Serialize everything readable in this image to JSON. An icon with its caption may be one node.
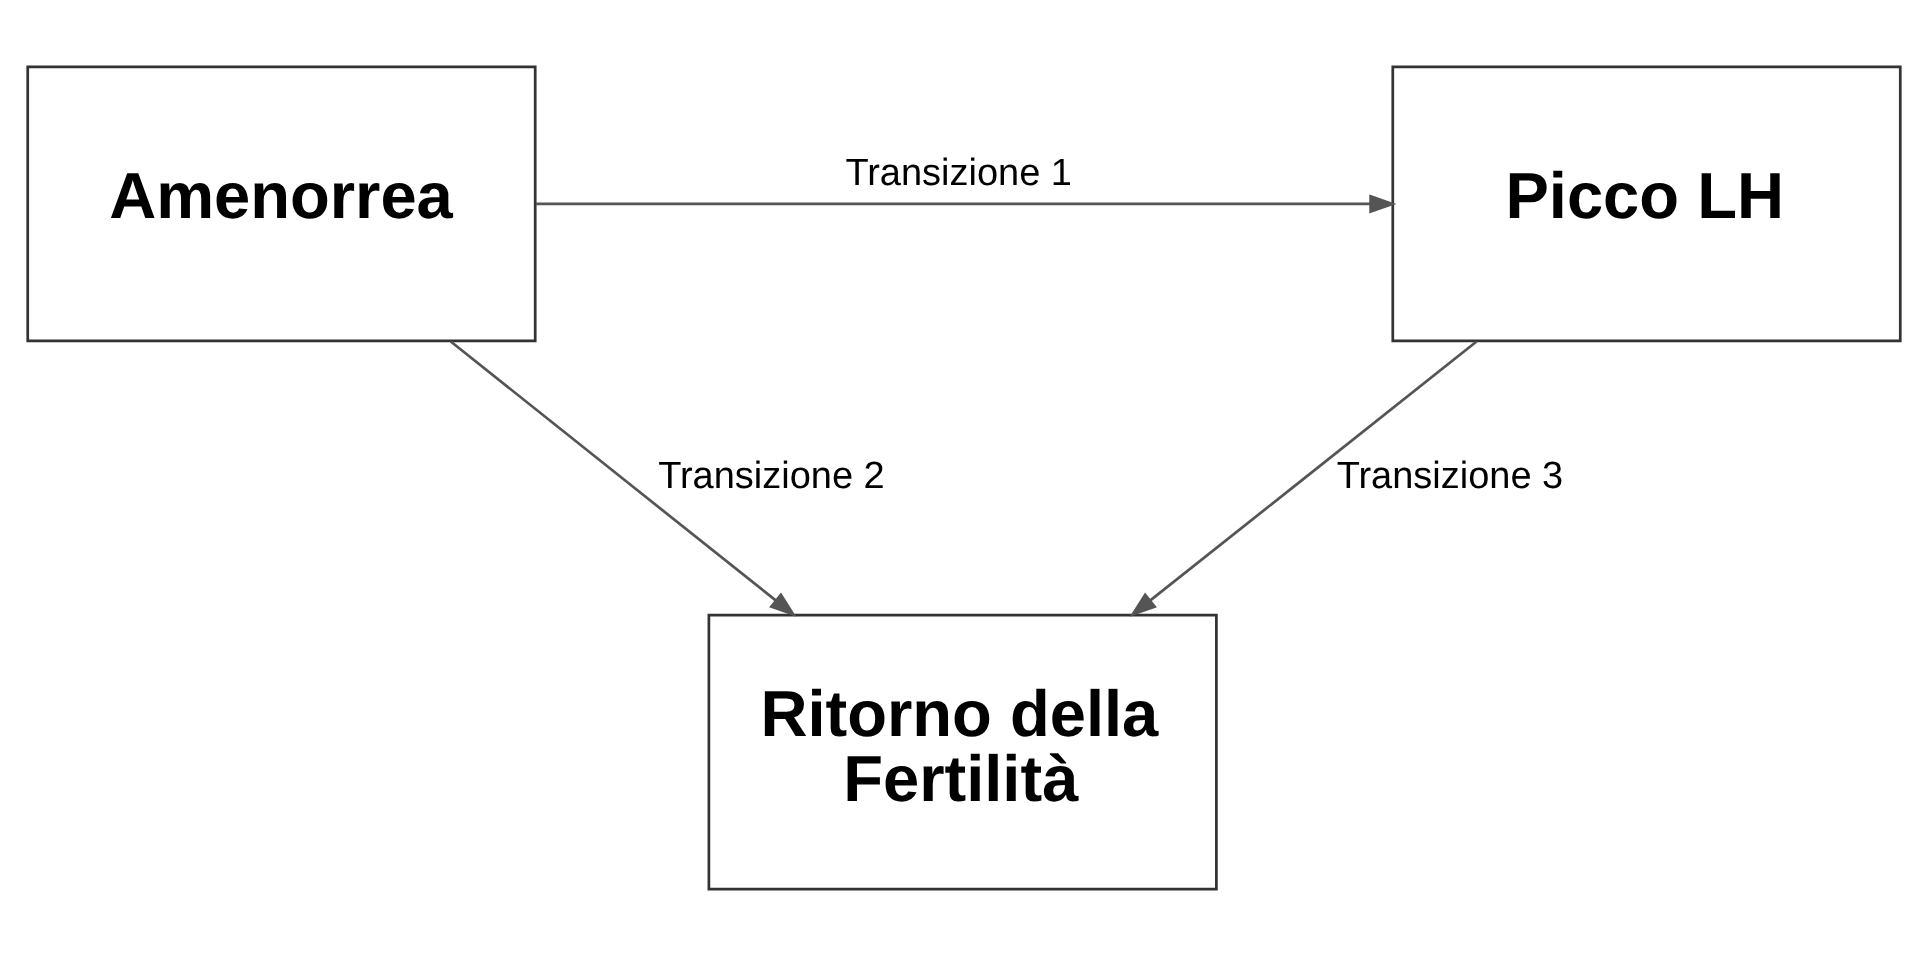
{
  "diagram": {
    "nodes": [
      {
        "text": [
          "Amenorrea"
        ]
      },
      {
        "text": [
          "Picco LH"
        ]
      },
      {
        "text": [
          "Ritorno della Fertilità"
        ]
      }
    ],
    "edges": [
      {
        "from": 0,
        "to": 1,
        "arrow": "to",
        "label": "Transizione 1"
      },
      {
        "from": 0,
        "to": 2,
        "arrow": "to",
        "label": "Transizione 2"
      },
      {
        "from": 1,
        "to": 2,
        "arrow": "to",
        "label": "Transizione 3"
      }
    ]
  }
}
